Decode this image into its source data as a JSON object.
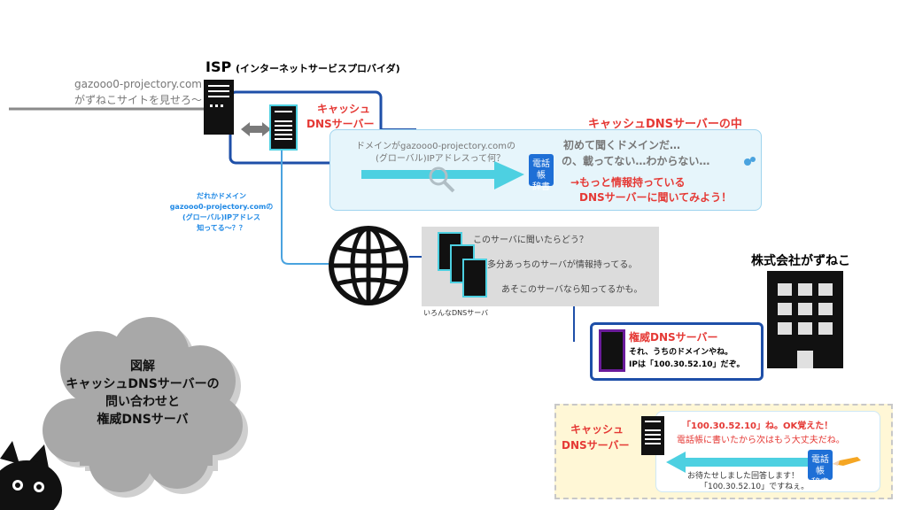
{
  "user_request": {
    "line1": "gazooo0-projectory.com",
    "line2": "がずねこサイトを見せろ〜"
  },
  "isp": {
    "title": "ISP",
    "subtitle": "(インターネットサービスプロバイダ)"
  },
  "cache_server_label": {
    "line1": "キャッシュ",
    "line2": "DNSサーバー"
  },
  "inside_panel": {
    "title": "キャッシュDNSサーバーの中",
    "question_line1": "ドメインがgazooo0-projectory.comの",
    "question_line2": "(グローバル)IPアドレスって何？",
    "thought_line1": "初めて聞くドメインだ…",
    "thought_line2": "の、載ってない…わからない…",
    "dict_line1": "電話帳",
    "dict_line2": "辞書",
    "action_line1": "→もっと情報持っている",
    "action_line2": "DNSサーバーに聞いてみよう！"
  },
  "query": {
    "line1": "だれかドメイン",
    "line2": "gazooo0-projectory.comの",
    "line3": "(グローバル)IPアドレス",
    "line4": "知ってる〜？？"
  },
  "various_dns": {
    "msg1": "このサーバに聞いたらどう？",
    "msg2": "多分あっちのサーバが情報持ってる。",
    "msg3": "あそこのサーバなら知ってるかも。",
    "caption": "いろんなDNSサーバ"
  },
  "company": {
    "name": "株式会社がずねこ"
  },
  "authoritative": {
    "title": "権威DNSサーバー",
    "line1": "それ、うちのドメインやね。",
    "line2": "IPは「100.30.52.10」だぞ。"
  },
  "cloud": {
    "line1": "図解",
    "line2": "キャッシュDNSサーバーの",
    "line3": "問い合わせと",
    "line4": "権威DNSサーバ"
  },
  "result_panel": {
    "label_line1": "キャッシュ",
    "label_line2": "DNSサーバー",
    "msg_line1": "「100.30.52.10」ね。OK覚えた！",
    "msg_line2": "電話帳に書いたから次はもう大丈夫だね。",
    "reply_line1": "お待たせしました回答します！",
    "reply_line2": "「100.30.52.10」ですねぇ。",
    "dict_line1": "電話帳",
    "dict_line2": "辞書"
  },
  "colors": {
    "accent_red": "#e53935",
    "wire_blue": "#1e4fa8",
    "light_blue_line": "#4aa3df",
    "cyan_arrow": "#4dd0e1",
    "panel_fill": "#e6f5fb",
    "note_fill": "#fff7d6",
    "authoritative_purple": "#6a1b9a"
  }
}
